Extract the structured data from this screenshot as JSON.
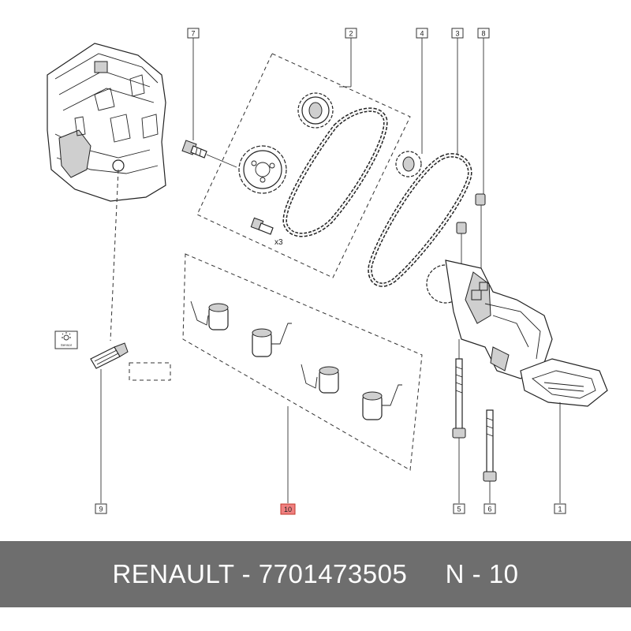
{
  "callouts": {
    "c1": "1",
    "c2": "2",
    "c3": "3",
    "c4": "4",
    "c5": "5",
    "c6": "6",
    "c7": "7",
    "c8": "8",
    "c9": "9",
    "c10": "10"
  },
  "quantity_note": "x3",
  "icon_label": "Sensor",
  "colors": {
    "highlight": "#f08080",
    "footer_bg": "#6e6e6e",
    "footer_text": "#ffffff"
  },
  "footer": {
    "brand": "RENAULT",
    "separator": " - ",
    "part_number": "7701473505",
    "position_label": "N - 10"
  }
}
